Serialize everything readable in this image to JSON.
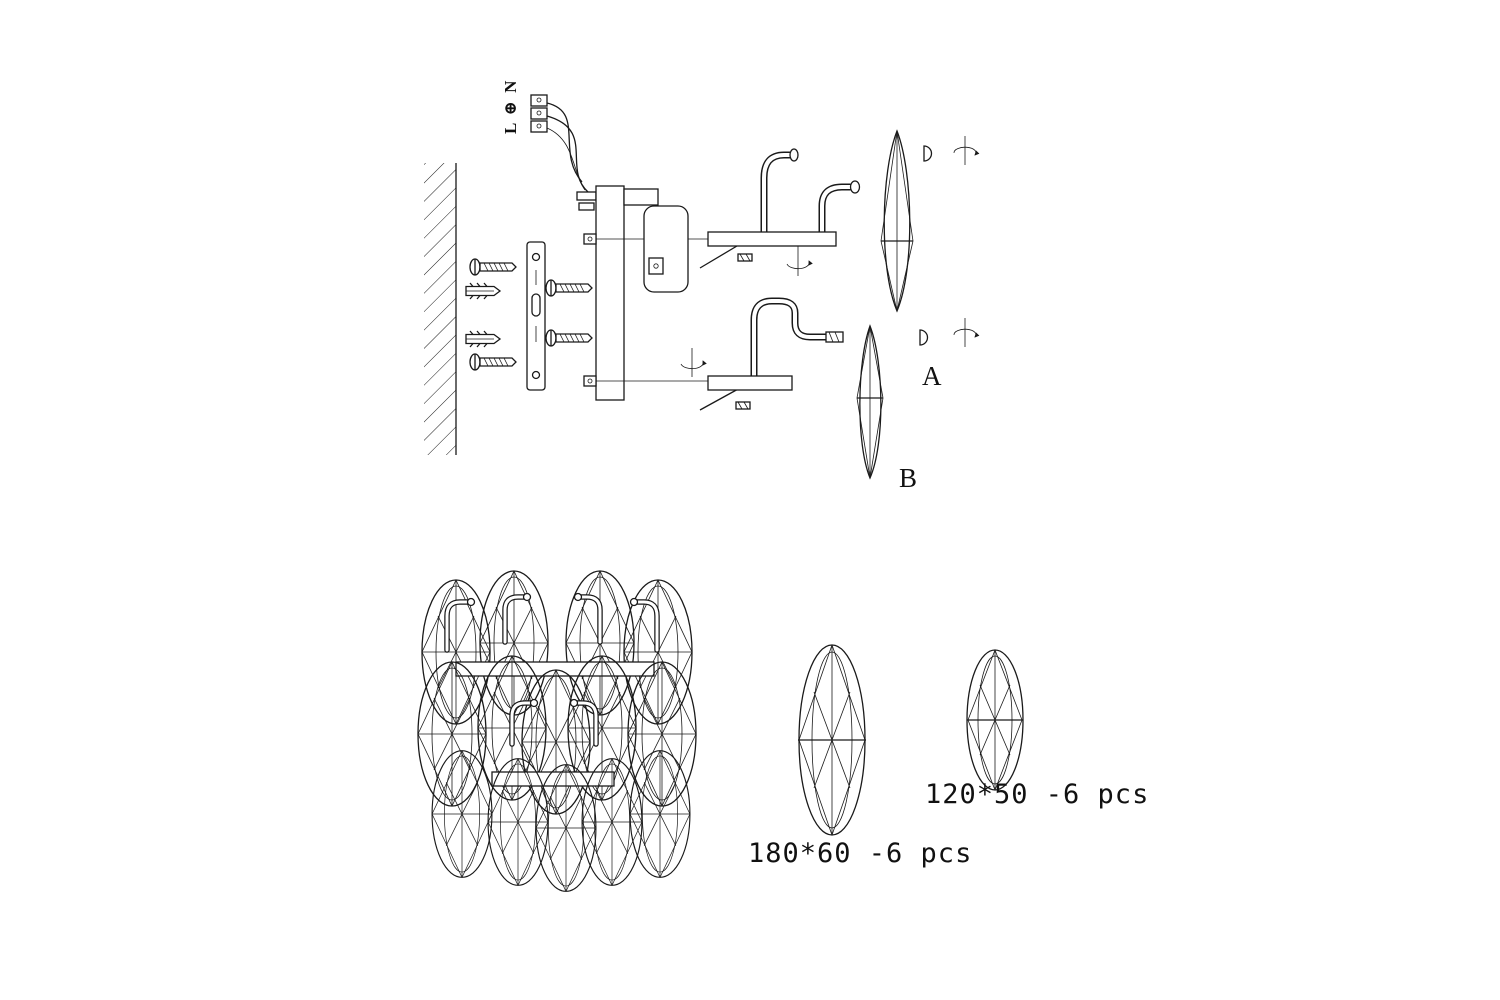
{
  "page": {
    "background_color": "#ffffff",
    "line_color": "#1a1a1a"
  },
  "exploded_view": {
    "wiring_label": "L ⊕ N",
    "prism_a_label": "A",
    "prism_b_label": "B"
  },
  "parts_list": {
    "large_crystal": {
      "label": "180*60 -6 pcs",
      "size": "180*60",
      "quantity": "6 pcs"
    },
    "small_crystal": {
      "label": "120*50 -6 pcs",
      "size": "120*50",
      "quantity": "6 pcs"
    }
  }
}
